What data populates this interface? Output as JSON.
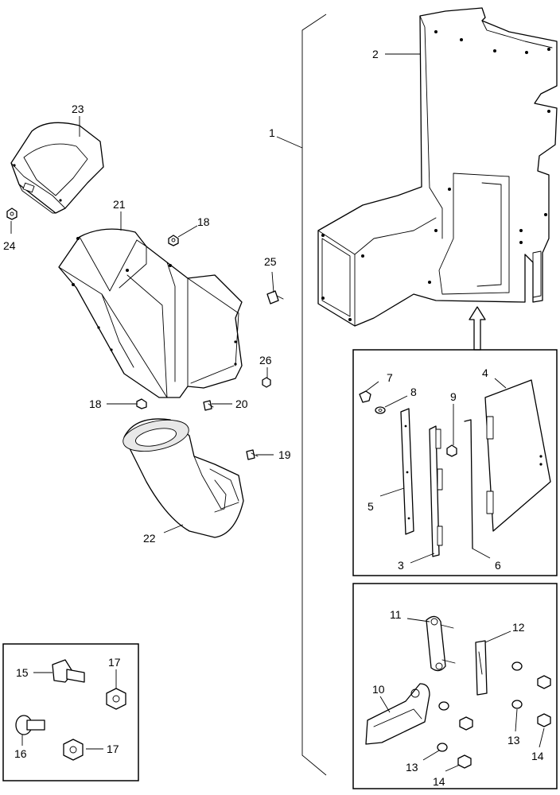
{
  "callouts": {
    "c1": "1",
    "c2": "2",
    "c3": "3",
    "c4": "4",
    "c5": "5",
    "c6": "6",
    "c7": "7",
    "c8": "8",
    "c9": "9",
    "c10": "10",
    "c11": "11",
    "c12": "12",
    "c13a": "13",
    "c13b": "13",
    "c14a": "14",
    "c14b": "14",
    "c15": "15",
    "c16": "16",
    "c17a": "17",
    "c17b": "17",
    "c18a": "18",
    "c18b": "18",
    "c19": "19",
    "c20": "20",
    "c21": "21",
    "c22": "22",
    "c23": "23",
    "c24": "24",
    "c25": "25",
    "c26": "26"
  }
}
